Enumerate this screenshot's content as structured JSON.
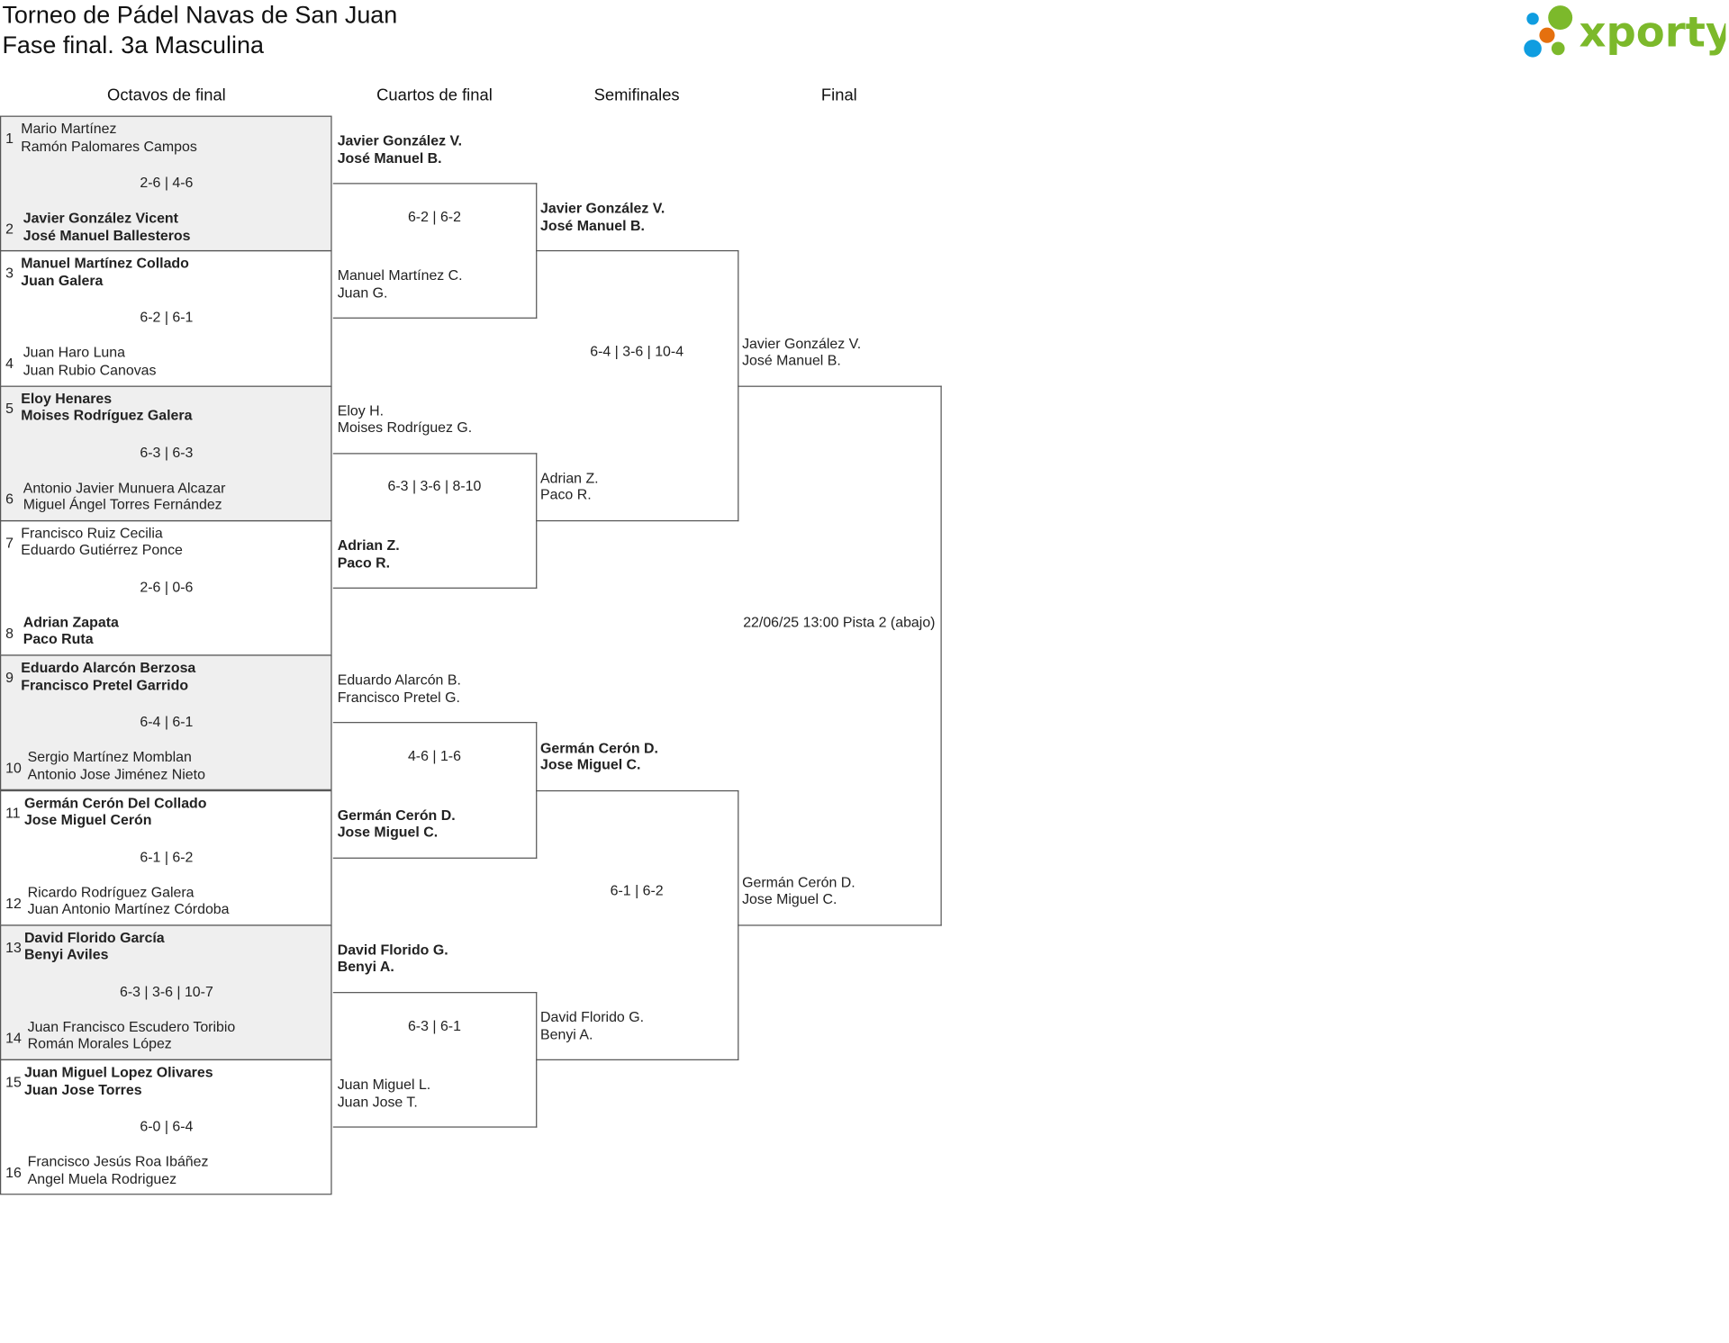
{
  "header": {
    "title": "Torneo de Pádel Navas de San Juan",
    "subtitle": "Fase final. 3a Masculina",
    "logo_text": "xporty",
    "brand_colors": {
      "green": "#7cb92b",
      "blue": "#0f9de0",
      "orange": "#e5700e"
    }
  },
  "rounds": [
    "Octavos de final",
    "Cuartos de final",
    "Semifinales",
    "Final"
  ],
  "octavos": [
    {
      "seed1": "1",
      "team1": [
        "Mario Martínez",
        "Ramón Palomares Campos"
      ],
      "seed2": "2",
      "team2": [
        "Javier González Vicent",
        "José Manuel Ballesteros"
      ],
      "score": "2-6 | 4-6",
      "winner": 2
    },
    {
      "seed1": "3",
      "team1": [
        "Manuel Martínez Collado",
        "Juan Galera"
      ],
      "seed2": "4",
      "team2": [
        "Juan Haro Luna",
        "Juan Rubio Canovas"
      ],
      "score": "6-2 | 6-1",
      "winner": 1
    },
    {
      "seed1": "5",
      "team1": [
        "Eloy Henares",
        "Moises Rodríguez Galera"
      ],
      "seed2": "6",
      "team2": [
        "Antonio Javier Munuera Alcazar",
        "Miguel Ángel Torres Fernández"
      ],
      "score": "6-3 | 6-3",
      "winner": 1
    },
    {
      "seed1": "7",
      "team1": [
        "Francisco Ruiz Cecilia",
        "Eduardo Gutiérrez Ponce"
      ],
      "seed2": "8",
      "team2": [
        "Adrian Zapata",
        "Paco Ruta"
      ],
      "score": "2-6 | 0-6",
      "winner": 2
    },
    {
      "seed1": "9",
      "team1": [
        "Eduardo Alarcón Berzosa",
        "Francisco Pretel Garrido"
      ],
      "seed2": "10",
      "team2": [
        "Sergio Martínez Momblan",
        "Antonio Jose Jiménez Nieto"
      ],
      "score": "6-4 | 6-1",
      "winner": 1
    },
    {
      "seed1": "11",
      "team1": [
        "Germán Cerón Del Collado",
        "Jose Miguel Cerón"
      ],
      "seed2": "12",
      "team2": [
        "Ricardo Rodríguez Galera",
        "Juan Antonio Martínez Córdoba"
      ],
      "score": "6-1 | 6-2",
      "winner": 1
    },
    {
      "seed1": "13",
      "team1": [
        "David Florido García",
        "Benyi Aviles"
      ],
      "seed2": "14",
      "team2": [
        "Juan Francisco Escudero Toribio",
        "Román Morales López"
      ],
      "score": "6-3 | 3-6 | 10-7",
      "winner": 1
    },
    {
      "seed1": "15",
      "team1": [
        "Juan Miguel Lopez Olivares",
        "Juan Jose Torres"
      ],
      "seed2": "16",
      "team2": [
        "Francisco Jesús Roa Ibáñez",
        "Angel Muela Rodriguez"
      ],
      "score": "6-0 | 6-4",
      "winner": 1
    }
  ],
  "cuartos": [
    {
      "team1": [
        "Javier González V.",
        "José Manuel B."
      ],
      "team2": [
        "Manuel Martínez C.",
        "Juan G."
      ],
      "score": "6-2 | 6-2",
      "winner": 1
    },
    {
      "team1": [
        "Eloy H.",
        "Moises Rodríguez G."
      ],
      "team2": [
        "Adrian Z.",
        "Paco R."
      ],
      "score": "6-3 | 3-6 | 8-10",
      "winner": 2
    },
    {
      "team1": [
        "Eduardo Alarcón B.",
        "Francisco Pretel G."
      ],
      "team2": [
        "Germán Cerón D.",
        "Jose Miguel C."
      ],
      "score": "4-6 | 1-6",
      "winner": 2
    },
    {
      "team1": [
        "David Florido G.",
        "Benyi A."
      ],
      "team2": [
        "Juan Miguel L.",
        "Juan Jose T."
      ],
      "score": "6-3 | 6-1",
      "winner": 1
    }
  ],
  "semis": [
    {
      "team1": [
        "Javier González V.",
        "José Manuel B."
      ],
      "team2": [
        "Adrian Z.",
        "Paco R."
      ],
      "score": "6-4 | 3-6 | 10-4",
      "winner": 1
    },
    {
      "team1": [
        "Germán Cerón D.",
        "Jose Miguel C."
      ],
      "team2": [
        "David Florido G.",
        "Benyi A."
      ],
      "score": "6-1 | 6-2",
      "winner": 1
    }
  ],
  "final": [
    {
      "team1": [
        "Javier González V.",
        "José Manuel B."
      ],
      "team2": [
        "Germán Cerón D.",
        "Jose Miguel C."
      ],
      "score": "22/06/25 13:00 Pista 2 (abajo)",
      "winner": 0
    }
  ]
}
